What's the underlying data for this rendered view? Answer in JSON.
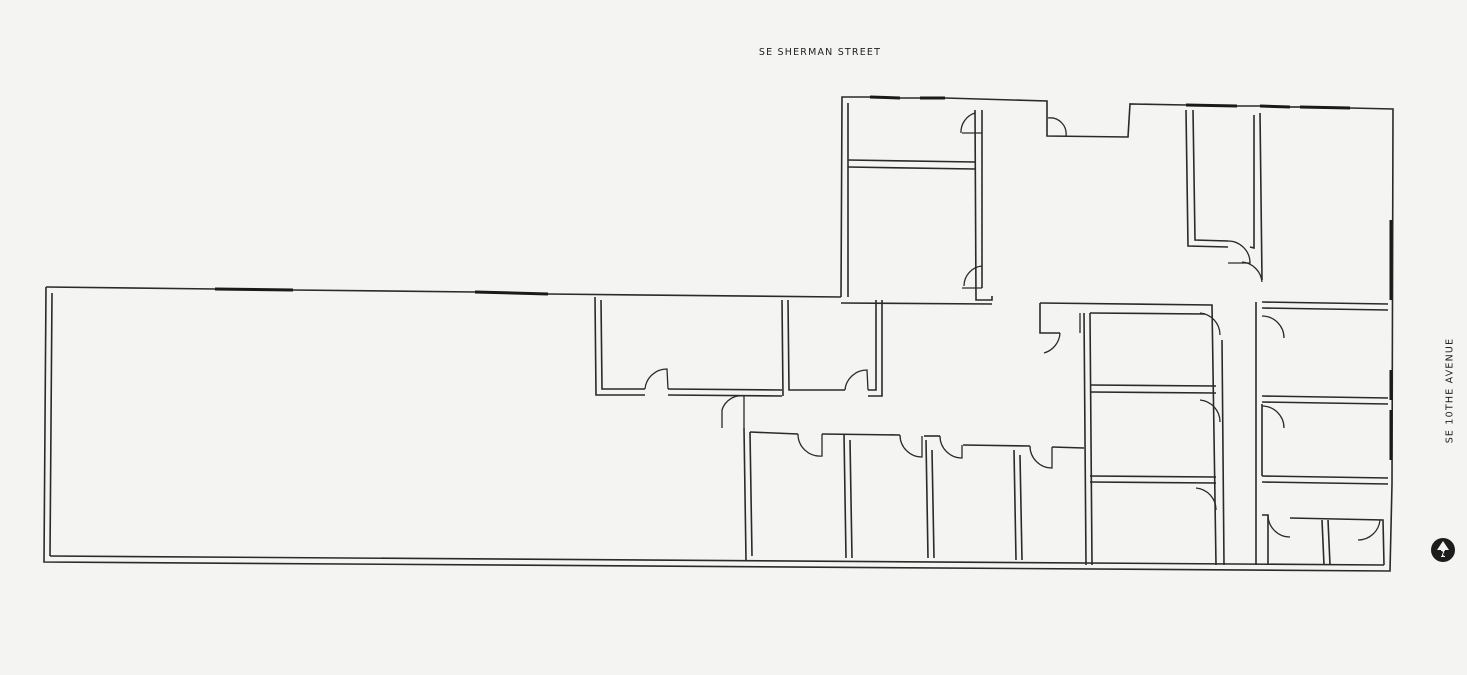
{
  "labels": {
    "street_north": "SE SHERMAN STREET",
    "street_east": "SE 10THE AVENUE",
    "north_marker": "N"
  },
  "colors": {
    "background": "#f4f4f2",
    "linework": "#2a2a2a"
  },
  "icons": {
    "north_arrow": "north-arrow-icon"
  }
}
